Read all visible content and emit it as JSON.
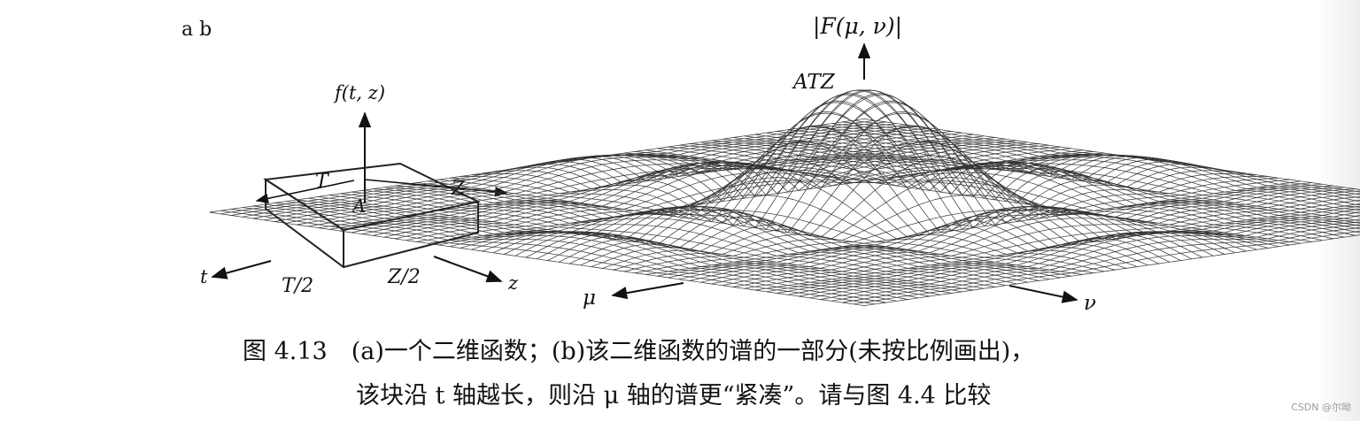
{
  "panel_letters": "a  b",
  "panel_a": {
    "vertical_axis": "f(t, z)",
    "dim_t": "T",
    "dim_z": "Z",
    "height": "A",
    "axis_t": "t",
    "axis_z": "z",
    "half_t": "T/2",
    "half_z": "Z/2"
  },
  "panel_b": {
    "vertical_axis": "|F(μ, ν)|",
    "peak": "ATZ",
    "axis_mu": "μ",
    "axis_nu": "ν"
  },
  "caption": {
    "line1": "图 4.13　(a)一个二维函数；(b)该二维函数的谱的一部分(未按比例画出)，",
    "line2": "该块沿 t 轴越长，则沿 μ 轴的谱更“紧凑”。请与图 4.4 比较"
  },
  "watermark": "CSDN @尔呦"
}
